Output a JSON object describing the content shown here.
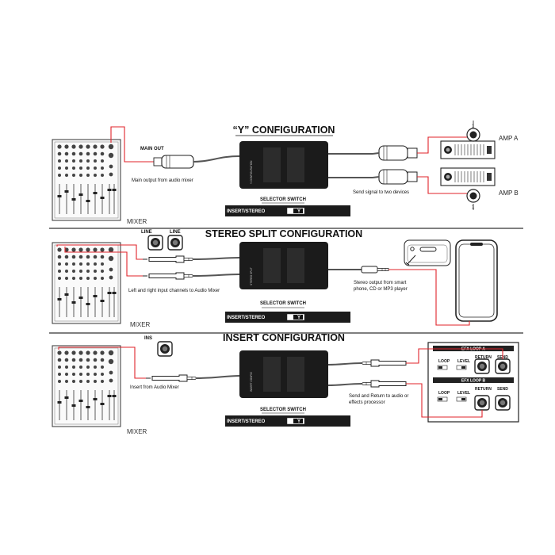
{
  "sections": {
    "y": {
      "title": "“Y” CONFIGURATION",
      "main_out": "MAIN OUT",
      "main_output_caption": "Main output from audio mixer",
      "send_caption": "Send signal to two devices",
      "amp_a": "AMP A",
      "amp_b": "AMP B",
      "selector": "SELECTOR SWITCH",
      "switch_left": "INSERT/STEREO",
      "switch_right": "Y",
      "mixer": "MIXER",
      "pin": "1"
    },
    "stereo": {
      "title": "STEREO SPLIT CONFIGURATION",
      "line1": "LINE",
      "line2": "LINE",
      "input_caption": "Left and right input channels to Audio Mixer",
      "phone_caption_1": "Stereo output from smart",
      "phone_caption_2": "phone, CD or MP3 player",
      "selector": "SELECTOR SWITCH",
      "switch_left": "INSERT/STEREO",
      "switch_right": "Y",
      "mixer": "MIXER"
    },
    "insert": {
      "title": "INSERT CONFIGURATION",
      "ins": "INS",
      "insert_caption": "Insert from Audio Mixer",
      "return_caption_1": "Send and Return to audio or",
      "return_caption_2": "effects processor",
      "efx_a": "EFX LOOP A",
      "efx_b": "EFX LOOP B",
      "loop": "LOOP",
      "level": "LEVEL",
      "return": "RETURN",
      "send": "SEND",
      "selector": "SELECTOR SWITCH",
      "switch_left": "INSERT/STEREO",
      "switch_right": "Y",
      "mixer": "MIXER"
    }
  },
  "colors": {
    "signal_line": "#e0232a",
    "device_body": "#1b1b1b",
    "cable": "#555555"
  }
}
